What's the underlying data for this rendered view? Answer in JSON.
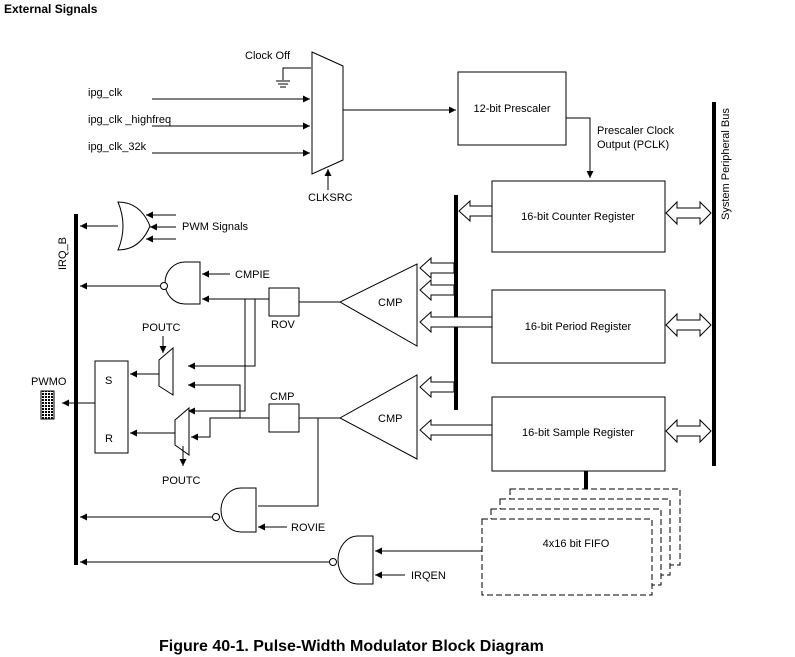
{
  "header": {
    "title": "External Signals"
  },
  "caption": "Figure 40-1. Pulse-Width Modulator Block Diagram",
  "inputs": {
    "clock_off": "Clock Off",
    "ipg_clk": "ipg_clk",
    "ipg_clk_highfreq": "ipg_clk _highfreq",
    "ipg_clk_32k": "ipg_clk_32k",
    "clksrc": "CLKSRC"
  },
  "blocks": {
    "prescaler": "12-bit Prescaler",
    "pclk_line1": "Prescaler Clock",
    "pclk_line2": "Output (PCLK)",
    "counter": "16-bit Counter Register",
    "period": "16-bit Period Register",
    "sample": "16-bit Sample Register",
    "fifo": "4x16 bit FIFO",
    "system_bus": "System Peripheral Bus"
  },
  "signals": {
    "irq_b": "IRQ_B",
    "pwm_signals": "PWM Signals",
    "cmpie": "CMPIE",
    "rov": "ROV",
    "cmp_box": "CMP",
    "cmp_upper": "CMP",
    "cmp_lower": "CMP",
    "poutc_top": "POUTC",
    "poutc_bottom": "POUTC",
    "pwmo": "PWMO",
    "sr_s": "S",
    "sr_r": "R",
    "rovie": "ROVIE",
    "irqen": "IRQEN"
  }
}
